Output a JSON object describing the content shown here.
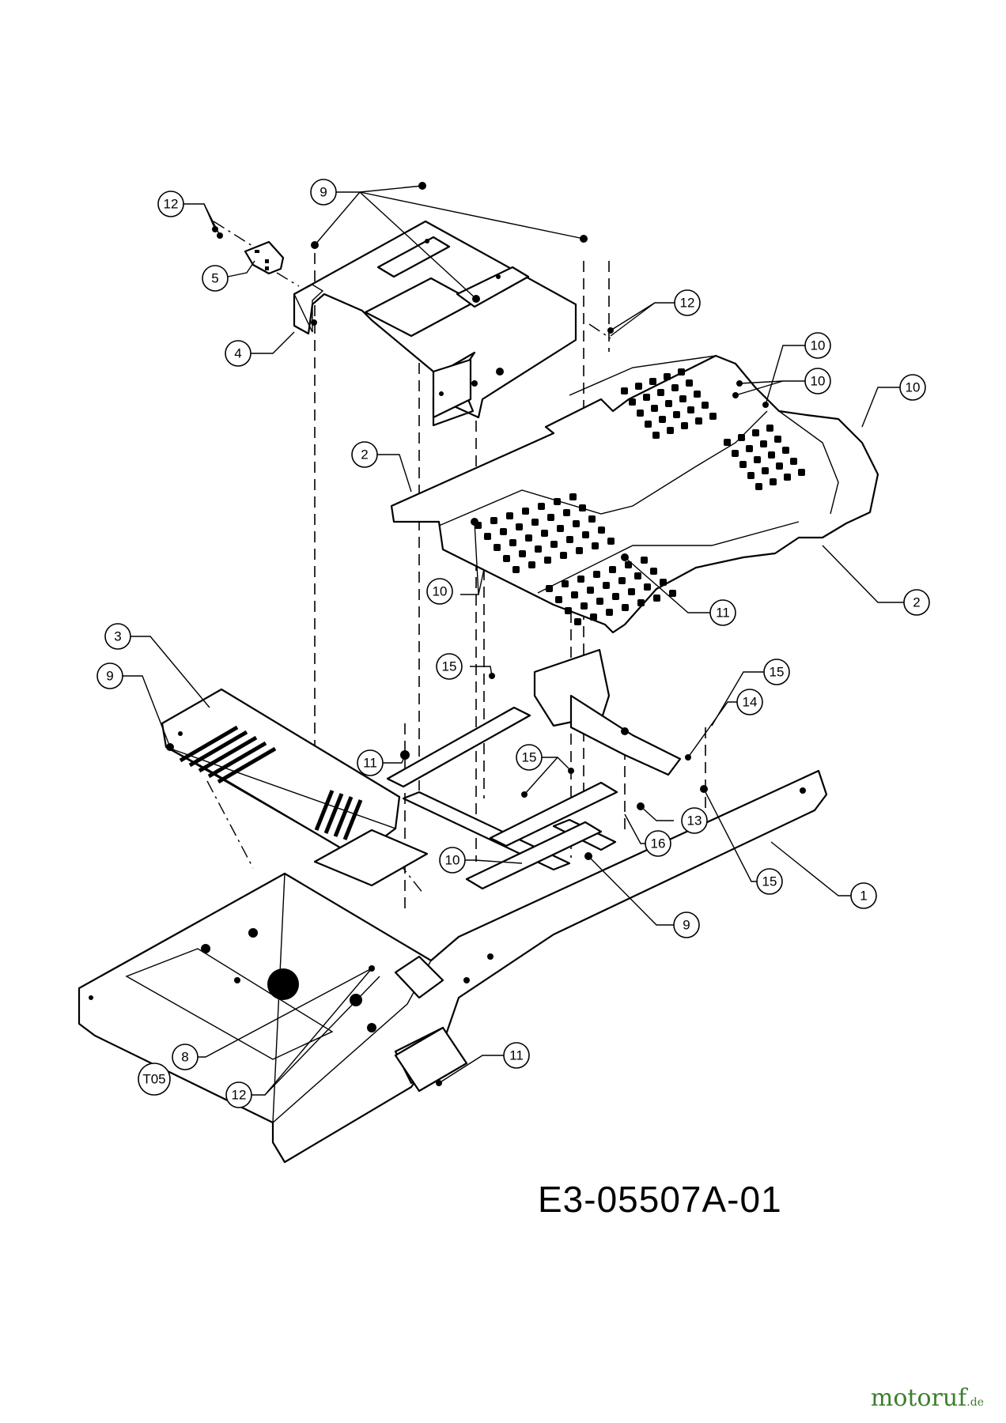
{
  "diagram": {
    "code": "E3-05507A-01",
    "callouts": [
      "12",
      "9",
      "5",
      "4",
      "12",
      "10",
      "10",
      "10",
      "2",
      "2",
      "10",
      "11",
      "3",
      "9",
      "15",
      "11",
      "15",
      "15",
      "14",
      "13",
      "16",
      "10",
      "15",
      "9",
      "1",
      "8",
      "T05",
      "12",
      "11"
    ]
  },
  "watermark": {
    "text": "motoruf",
    "suffix": ".de",
    "color": "#3c7f2e"
  }
}
